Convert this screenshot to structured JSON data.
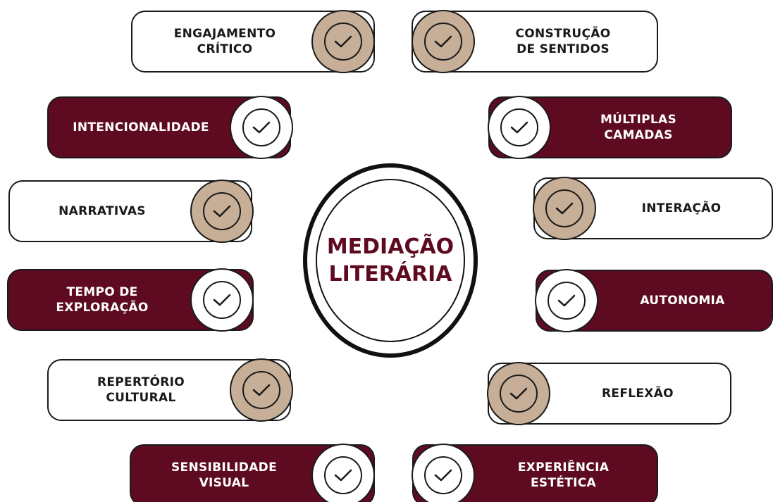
{
  "center": {
    "title": "MEDIAÇÃO\nLITERÁRIA"
  },
  "items": [
    {
      "label": "ENGAJAMENTO\nCRÍTICO"
    },
    {
      "label": "CONSTRUÇÃO\nDE SENTIDOS"
    },
    {
      "label": "INTENCIONALIDADE"
    },
    {
      "label": "MÚLTIPLAS\nCAMADAS"
    },
    {
      "label": "NARRATIVAS"
    },
    {
      "label": "INTERAÇÃO"
    },
    {
      "label": "TEMPO DE\nEXPLORAÇÃO"
    },
    {
      "label": "AUTONOMIA"
    },
    {
      "label": "REPERTÓRIO\nCULTURAL"
    },
    {
      "label": "REFLEXÃO"
    },
    {
      "label": "SENSIBILIDADE\nVISUAL"
    },
    {
      "label": "EXPERIÊNCIA\nESTÉTICA"
    }
  ],
  "colors": {
    "dark": "#5e0b22",
    "tan": "#c7ae96",
    "light": "#ffffff"
  },
  "icons": {
    "check": "check-circle-icon"
  }
}
